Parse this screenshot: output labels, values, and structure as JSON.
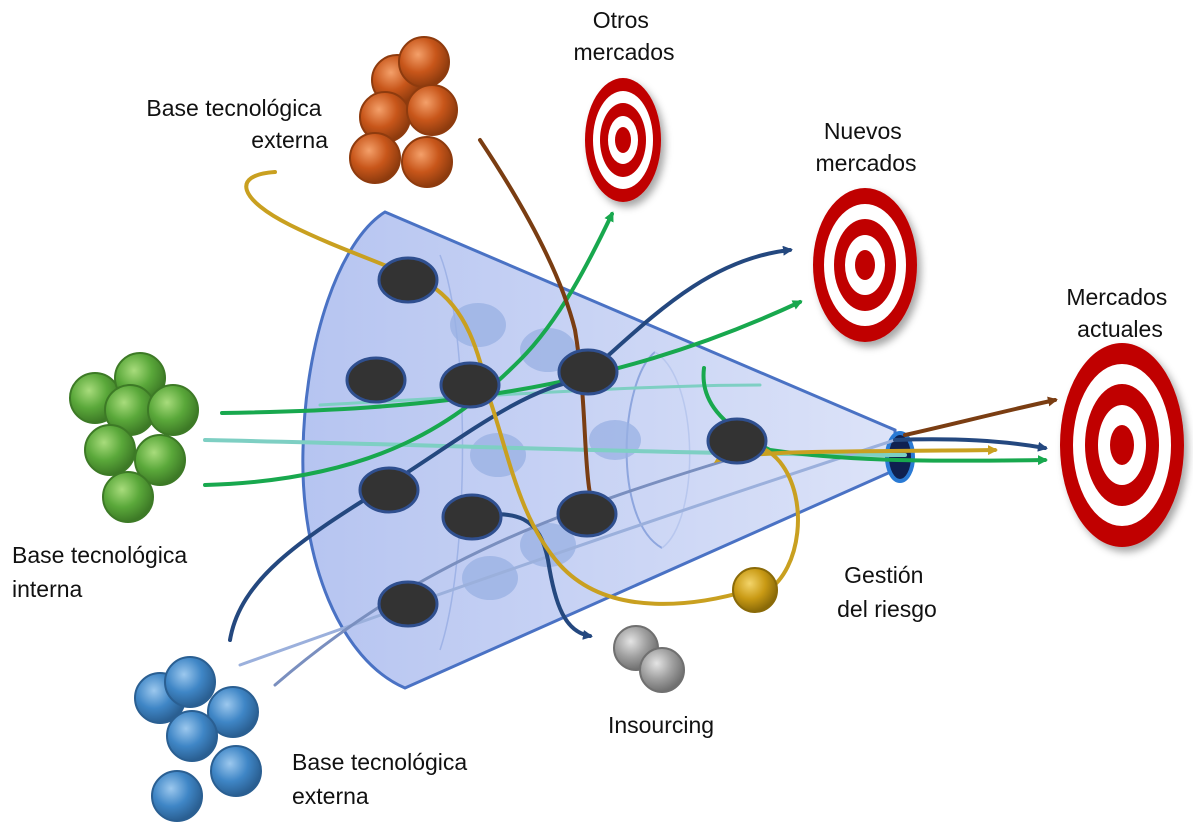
{
  "labels": {
    "base_externa_top": [
      "Base tecnológica",
      "externa"
    ],
    "otros_mercados": [
      "Otros",
      "mercados"
    ],
    "nuevos_mercados": [
      "Nuevos",
      "mercados"
    ],
    "mercados_actuales": [
      "Mercados",
      "actuales"
    ],
    "base_interna": [
      "Base tecnológica",
      "interna"
    ],
    "gestion_riesgo": [
      "Gestión",
      "del riesgo"
    ],
    "insourcing": "Insourcing",
    "base_externa_bottom": [
      "Base tecnológica",
      "externa"
    ]
  },
  "colors": {
    "funnel_fill": "#c9d3f3",
    "funnel_stroke": "#4a72c4",
    "idea_dark": "#333333",
    "idea_ring": "#2f4f8f",
    "idea_light": "#98b0e3",
    "green": "#18a84e",
    "green_light": "#7ecfc3",
    "navy": "#24487f",
    "brown": "#7a3d12",
    "gold": "#c9a020",
    "target_red": "#c00000",
    "sphere_orange": "#c8561a",
    "sphere_green": "#5aa83a",
    "sphere_blue": "#3f86c6",
    "sphere_gray": "#9a9a9a",
    "sphere_gold": "#c99a14"
  }
}
